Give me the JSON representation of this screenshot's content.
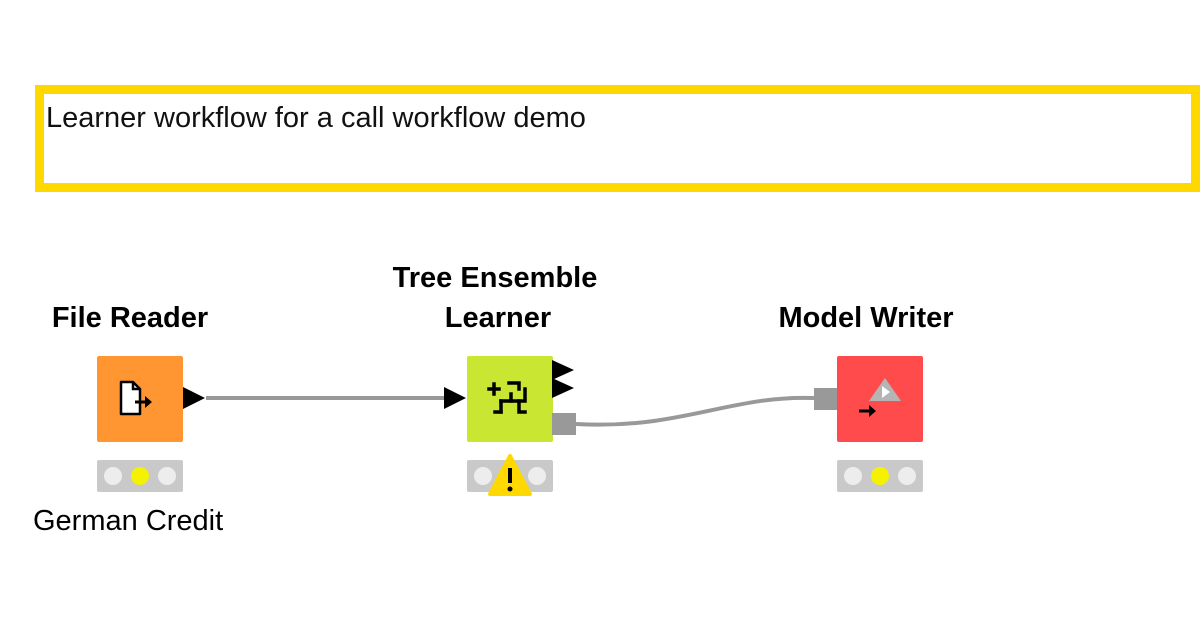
{
  "annotation": {
    "text": "Learner workflow for a call workflow demo",
    "border_color": "#ffd800"
  },
  "nodes": [
    {
      "title": "File Reader",
      "label": "German Credit",
      "color": "#ff9632",
      "icon": "file-reader-icon",
      "status": "configured"
    },
    {
      "title_line1": "Tree Ensemble",
      "title_line2": "Learner",
      "color": "#c8e632",
      "icon": "tree-ensemble-learner-icon",
      "status": "warning"
    },
    {
      "title": "Model Writer",
      "color": "#ff4b4b",
      "icon": "model-writer-icon",
      "status": "configured"
    }
  ],
  "colors": {
    "connection": "#999999",
    "status_bar": "#c9c9c9",
    "status_light_on": "#f5f200",
    "warning": "#ffd800"
  }
}
